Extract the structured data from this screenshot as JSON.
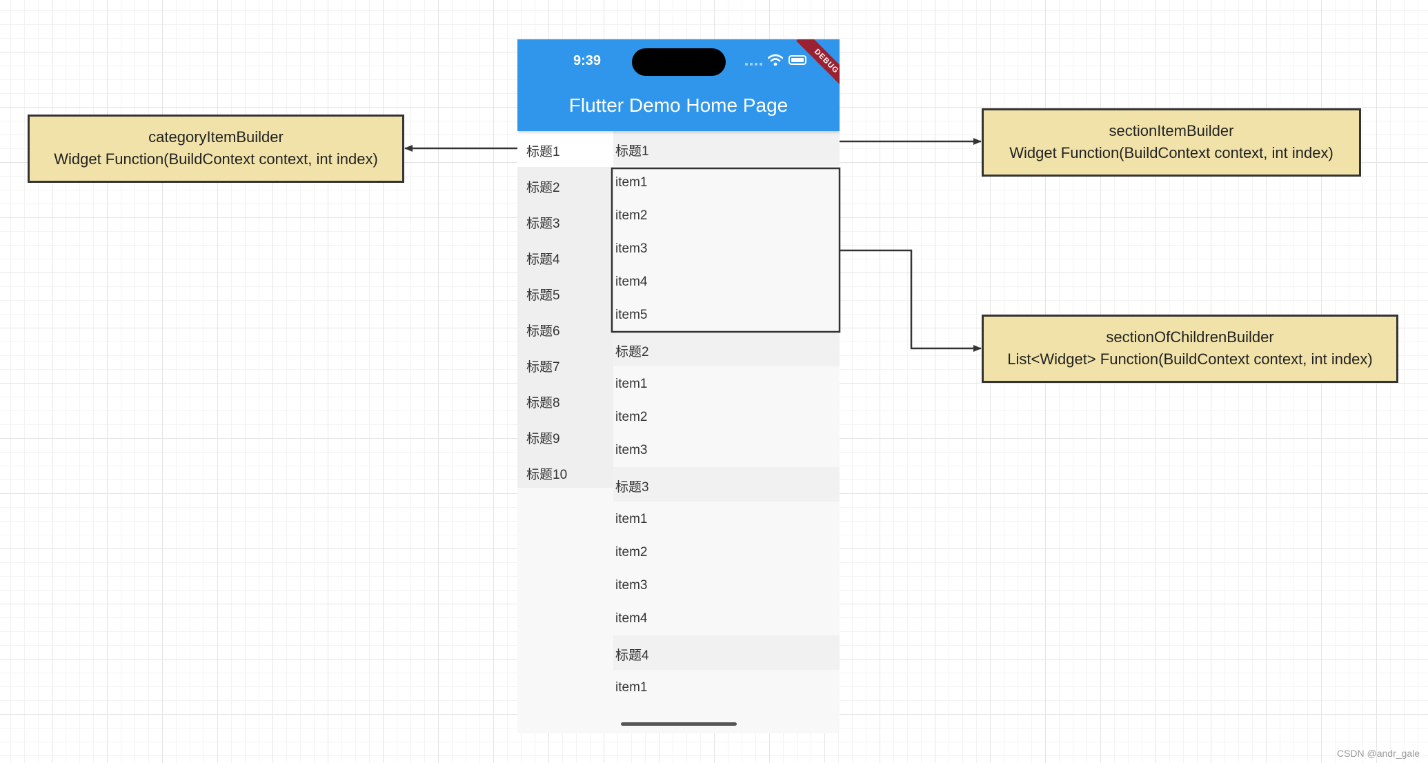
{
  "phone": {
    "status_bar": {
      "time": "9:39",
      "debug_banner": "DEBUG"
    },
    "app_bar": {
      "title": "Flutter Demo Home Page",
      "color": "#2f96ec"
    },
    "categories": [
      "标题1",
      "标题2",
      "标题3",
      "标题4",
      "标题5",
      "标题6",
      "标题7",
      "标题8",
      "标题9",
      "标题10"
    ],
    "selected_category": "标题1",
    "sections": [
      {
        "title": "标题1",
        "items": [
          "item1",
          "item2",
          "item3",
          "item4",
          "item5"
        ]
      },
      {
        "title": "标题2",
        "items": [
          "item1",
          "item2",
          "item3"
        ]
      },
      {
        "title": "标题3",
        "items": [
          "item1",
          "item2",
          "item3",
          "item4"
        ]
      },
      {
        "title": "标题4",
        "items": [
          "item1"
        ]
      }
    ]
  },
  "annotations": {
    "category": {
      "name": "categoryItemBuilder",
      "signature": "Widget Function(BuildContext context, int index)"
    },
    "section": {
      "name": "sectionItemBuilder",
      "signature": "Widget Function(BuildContext context, int index)"
    },
    "children": {
      "name": "sectionOfChildrenBuilder",
      "signature": "List<Widget> Function(BuildContext context, int index)"
    },
    "box_color": "#f0e2a8"
  },
  "watermark": "CSDN @andr_gale"
}
